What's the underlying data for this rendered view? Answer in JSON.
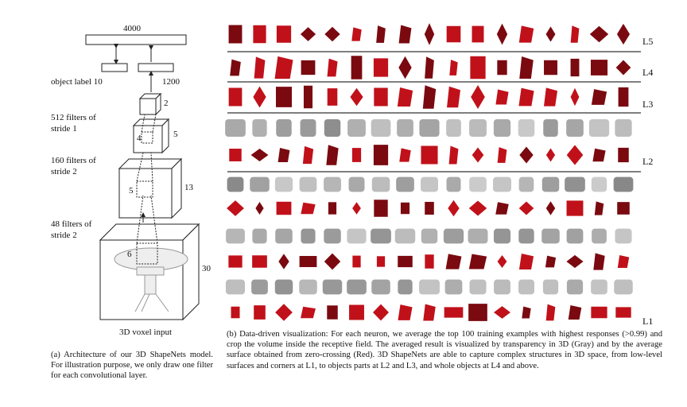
{
  "architecture": {
    "top_layer": "4000",
    "object_label": "object label 10",
    "hidden": "1200",
    "conv1": {
      "desc": "512 filters of stride 1",
      "line1": "512 filters of",
      "line2": "stride 1",
      "kernel": "4",
      "out": "2",
      "in": "5"
    },
    "conv2": {
      "desc": "160 filters of stride 2",
      "line1": "160 filters of",
      "line2": "stride 2",
      "kernel": "5",
      "in": "13"
    },
    "conv3": {
      "desc": "48 filters of stride 2",
      "line1": "48 filters of",
      "line2": "stride 2",
      "kernel": "6",
      "in": "30"
    },
    "input_label": "3D voxel input"
  },
  "levels": {
    "L5": "L5",
    "L4": "L4",
    "L3": "L3",
    "L2": "L2",
    "L1": "L1"
  },
  "colors": {
    "red": "#c0111a",
    "dark_red": "#7a0a10",
    "gray": "#6a6a6a"
  },
  "captions": {
    "a": "(a) Architecture of our 3D ShapeNets model.  For illustration purpose, we only draw one filter for each convolutional layer.",
    "b": "(b) Data-driven visualization: For each neuron, we average the top 100 training examples with highest responses (>0.99) and crop the volume inside the receptive field.  The averaged result is visualized by transparency in 3D (Gray) and by the average surface obtained from zero-crossing (Red).  3D ShapeNets are able to capture complex structures in 3D space, from low-level surfaces and corners at L1, to objects parts at L2 and L3, and whole objects at L4 and above."
  }
}
